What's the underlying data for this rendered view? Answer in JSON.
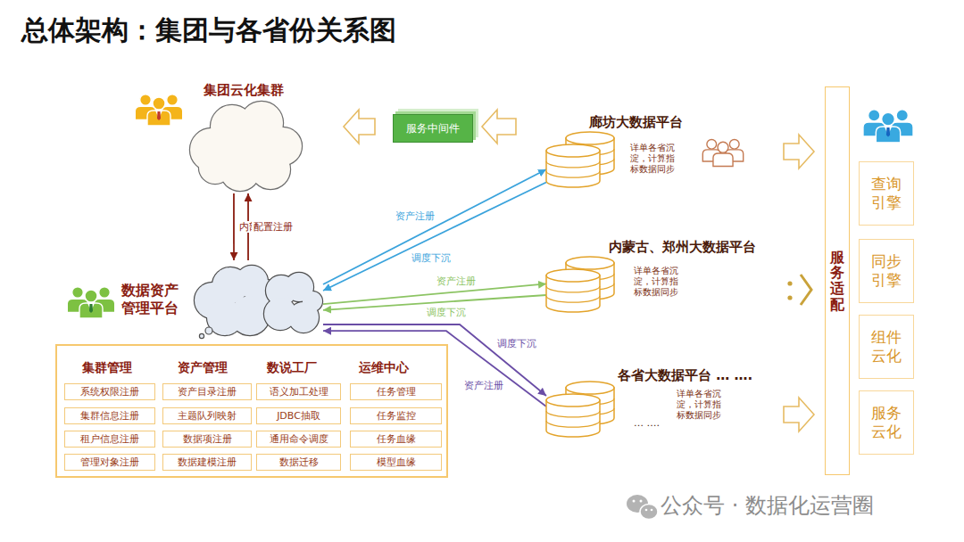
{
  "diagram": {
    "title": "总体架构：集团与各省份关系图",
    "nodes": [
      {
        "text": [
          "集团云化集群"
        ]
      },
      {
        "text": [
          "服务中间件"
        ]
      },
      {
        "text": [
          "廊坊大数据平台",
          "详单各省沉淀，计算指标数据同步"
        ]
      },
      {
        "text": [
          "数据资产 管理平台"
        ]
      },
      {
        "text": [
          "内蒙古、郑州大数据平台",
          "详单各省沉淀，计算指标数据同步"
        ]
      },
      {
        "text": [
          "各省大数据平台 … ….",
          "… ….",
          "详单各省沉淀，计算指标数据同步"
        ]
      },
      {
        "text": [
          "集群管理",
          "资产管理",
          "数说工厂",
          "运维中心"
        ]
      },
      {
        "text": [
          "系统权限注册"
        ],
        "in": 6
      },
      {
        "text": [
          "资产目录注册"
        ],
        "in": 6
      },
      {
        "text": [
          "语义加工处理"
        ],
        "in": 6
      },
      {
        "text": [
          "任务管理"
        ],
        "in": 6
      },
      {
        "text": [
          "集群信息注册"
        ],
        "in": 6
      },
      {
        "text": [
          "主题队列映射"
        ],
        "in": 6
      },
      {
        "text": [
          "JDBC抽取"
        ],
        "in": 6
      },
      {
        "text": [
          "任务监控"
        ],
        "in": 6
      },
      {
        "text": [
          "租户信息注册"
        ],
        "in": 6
      },
      {
        "text": [
          "数据项注册"
        ],
        "in": 6
      },
      {
        "text": [
          "通用命令调度"
        ],
        "in": 6
      },
      {
        "text": [
          "任务血缘"
        ],
        "in": 6
      },
      {
        "text": [
          "管理对象注册"
        ],
        "in": 6
      },
      {
        "text": [
          "数据建模注册"
        ],
        "in": 6
      },
      {
        "text": [
          "数据迁移"
        ],
        "in": 6
      },
      {
        "text": [
          "模型血缘"
        ],
        "in": 6
      },
      {
        "text": [
          "服务适配"
        ]
      },
      {
        "text": [
          "查询引擎"
        ]
      },
      {
        "text": [
          "同步引擎"
        ]
      },
      {
        "text": [
          "组件云化"
        ]
      },
      {
        "text": [
          "服务云化"
        ]
      }
    ],
    "edges": [
      {
        "from": 0,
        "to": 3,
        "label": "内部API",
        "arrow": "to"
      },
      {
        "from": 3,
        "to": 0,
        "label": "配置注册",
        "arrow": "to"
      },
      {
        "from": 3,
        "to": 2,
        "label": "资产注册",
        "arrow": "to"
      },
      {
        "from": 2,
        "to": 3,
        "label": "调度下沉",
        "arrow": "to"
      },
      {
        "from": 3,
        "to": 4,
        "label": "资产注册",
        "arrow": "to"
      },
      {
        "from": 4,
        "to": 3,
        "label": "调度下沉",
        "arrow": "to"
      },
      {
        "from": 3,
        "to": 5,
        "label": "调度下沉",
        "arrow": "to"
      },
      {
        "from": 5,
        "to": 3,
        "label": "资产注册",
        "arrow": "to"
      }
    ],
    "labels": [
      "公众号 · 数据化运营圈"
    ]
  }
}
